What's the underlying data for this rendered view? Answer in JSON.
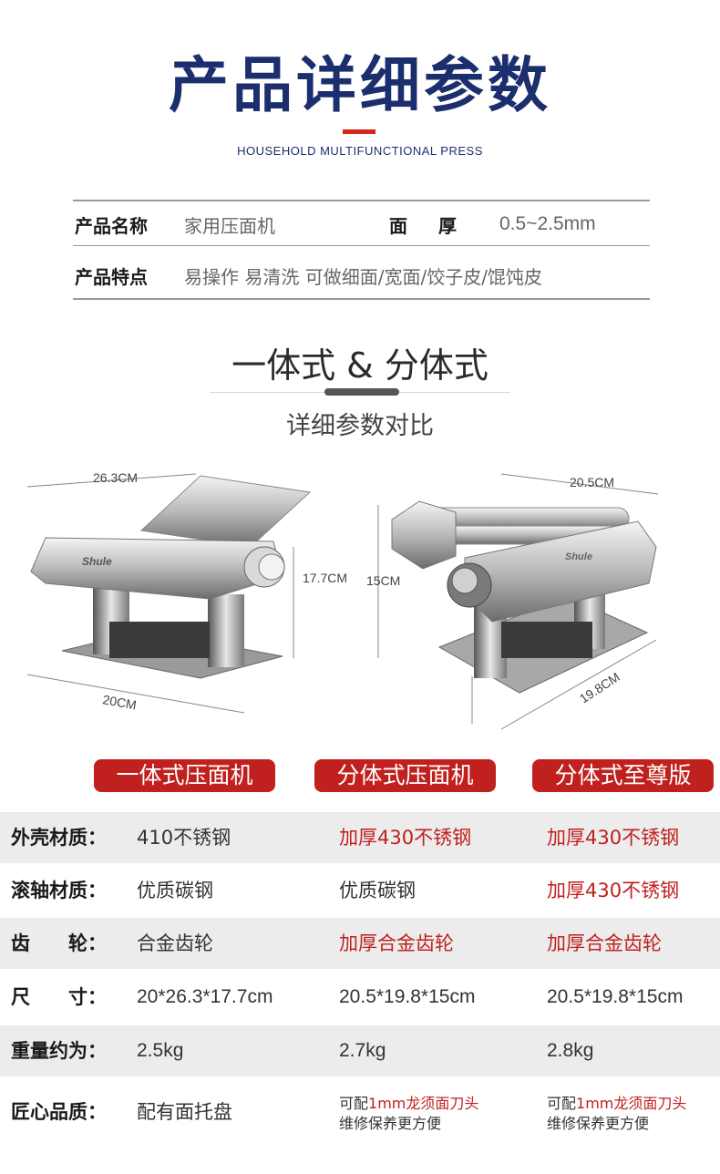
{
  "header": {
    "title": "产品详细参数",
    "subtitle": "HOUSEHOLD MULTIFUNCTIONAL PRESS"
  },
  "specs": {
    "name_label": "产品名称",
    "name_value": "家用压面机",
    "thickness_label": "面厚",
    "thickness_value": "0.5~2.5mm",
    "feature_label": "产品特点",
    "feature_value": "易操作 易清洗 可做细面/宽面/饺子皮/馄饨皮"
  },
  "compare": {
    "title": "一体式 & 分体式",
    "subtitle": "详细参数对比"
  },
  "dimensions": {
    "left_width": "26.3CM",
    "left_height": "17.7CM",
    "left_depth": "20CM",
    "left_brand": "Shule",
    "right_width": "20.5CM",
    "right_height": "15CM",
    "right_depth": "19.8CM",
    "right_brand": "Shule"
  },
  "colors": {
    "navy": "#1b2f6e",
    "red": "#c0201e",
    "accent_bar": "#d7261c"
  },
  "products": [
    "一体式压面机",
    "分体式压面机",
    "分体式至尊版"
  ],
  "table": [
    {
      "label": "外壳材质：",
      "values": [
        "410不锈钢",
        "加厚430不锈钢",
        "加厚430不锈钢"
      ]
    },
    {
      "label": "滚轴材质：",
      "values": [
        "优质碳钢",
        "优质碳钢",
        "加厚430不锈钢"
      ]
    },
    {
      "label": "齿　　轮：",
      "values": [
        "合金齿轮",
        "加厚合金齿轮",
        "加厚合金齿轮"
      ]
    },
    {
      "label": "尺　　寸：",
      "values": [
        "20*26.3*17.7cm",
        "20.5*19.8*15cm",
        "20.5*19.8*15cm"
      ]
    },
    {
      "label": "重量约为：",
      "values": [
        "2.5kg",
        "2.7kg",
        "2.8kg"
      ]
    },
    {
      "label": "匠心品质：",
      "values": [
        "配有面托盘"
      ],
      "extra": {
        "prefix": "可配",
        "highlight": "1mm龙须面刀头",
        "line2": "维修保养更方便"
      }
    }
  ]
}
